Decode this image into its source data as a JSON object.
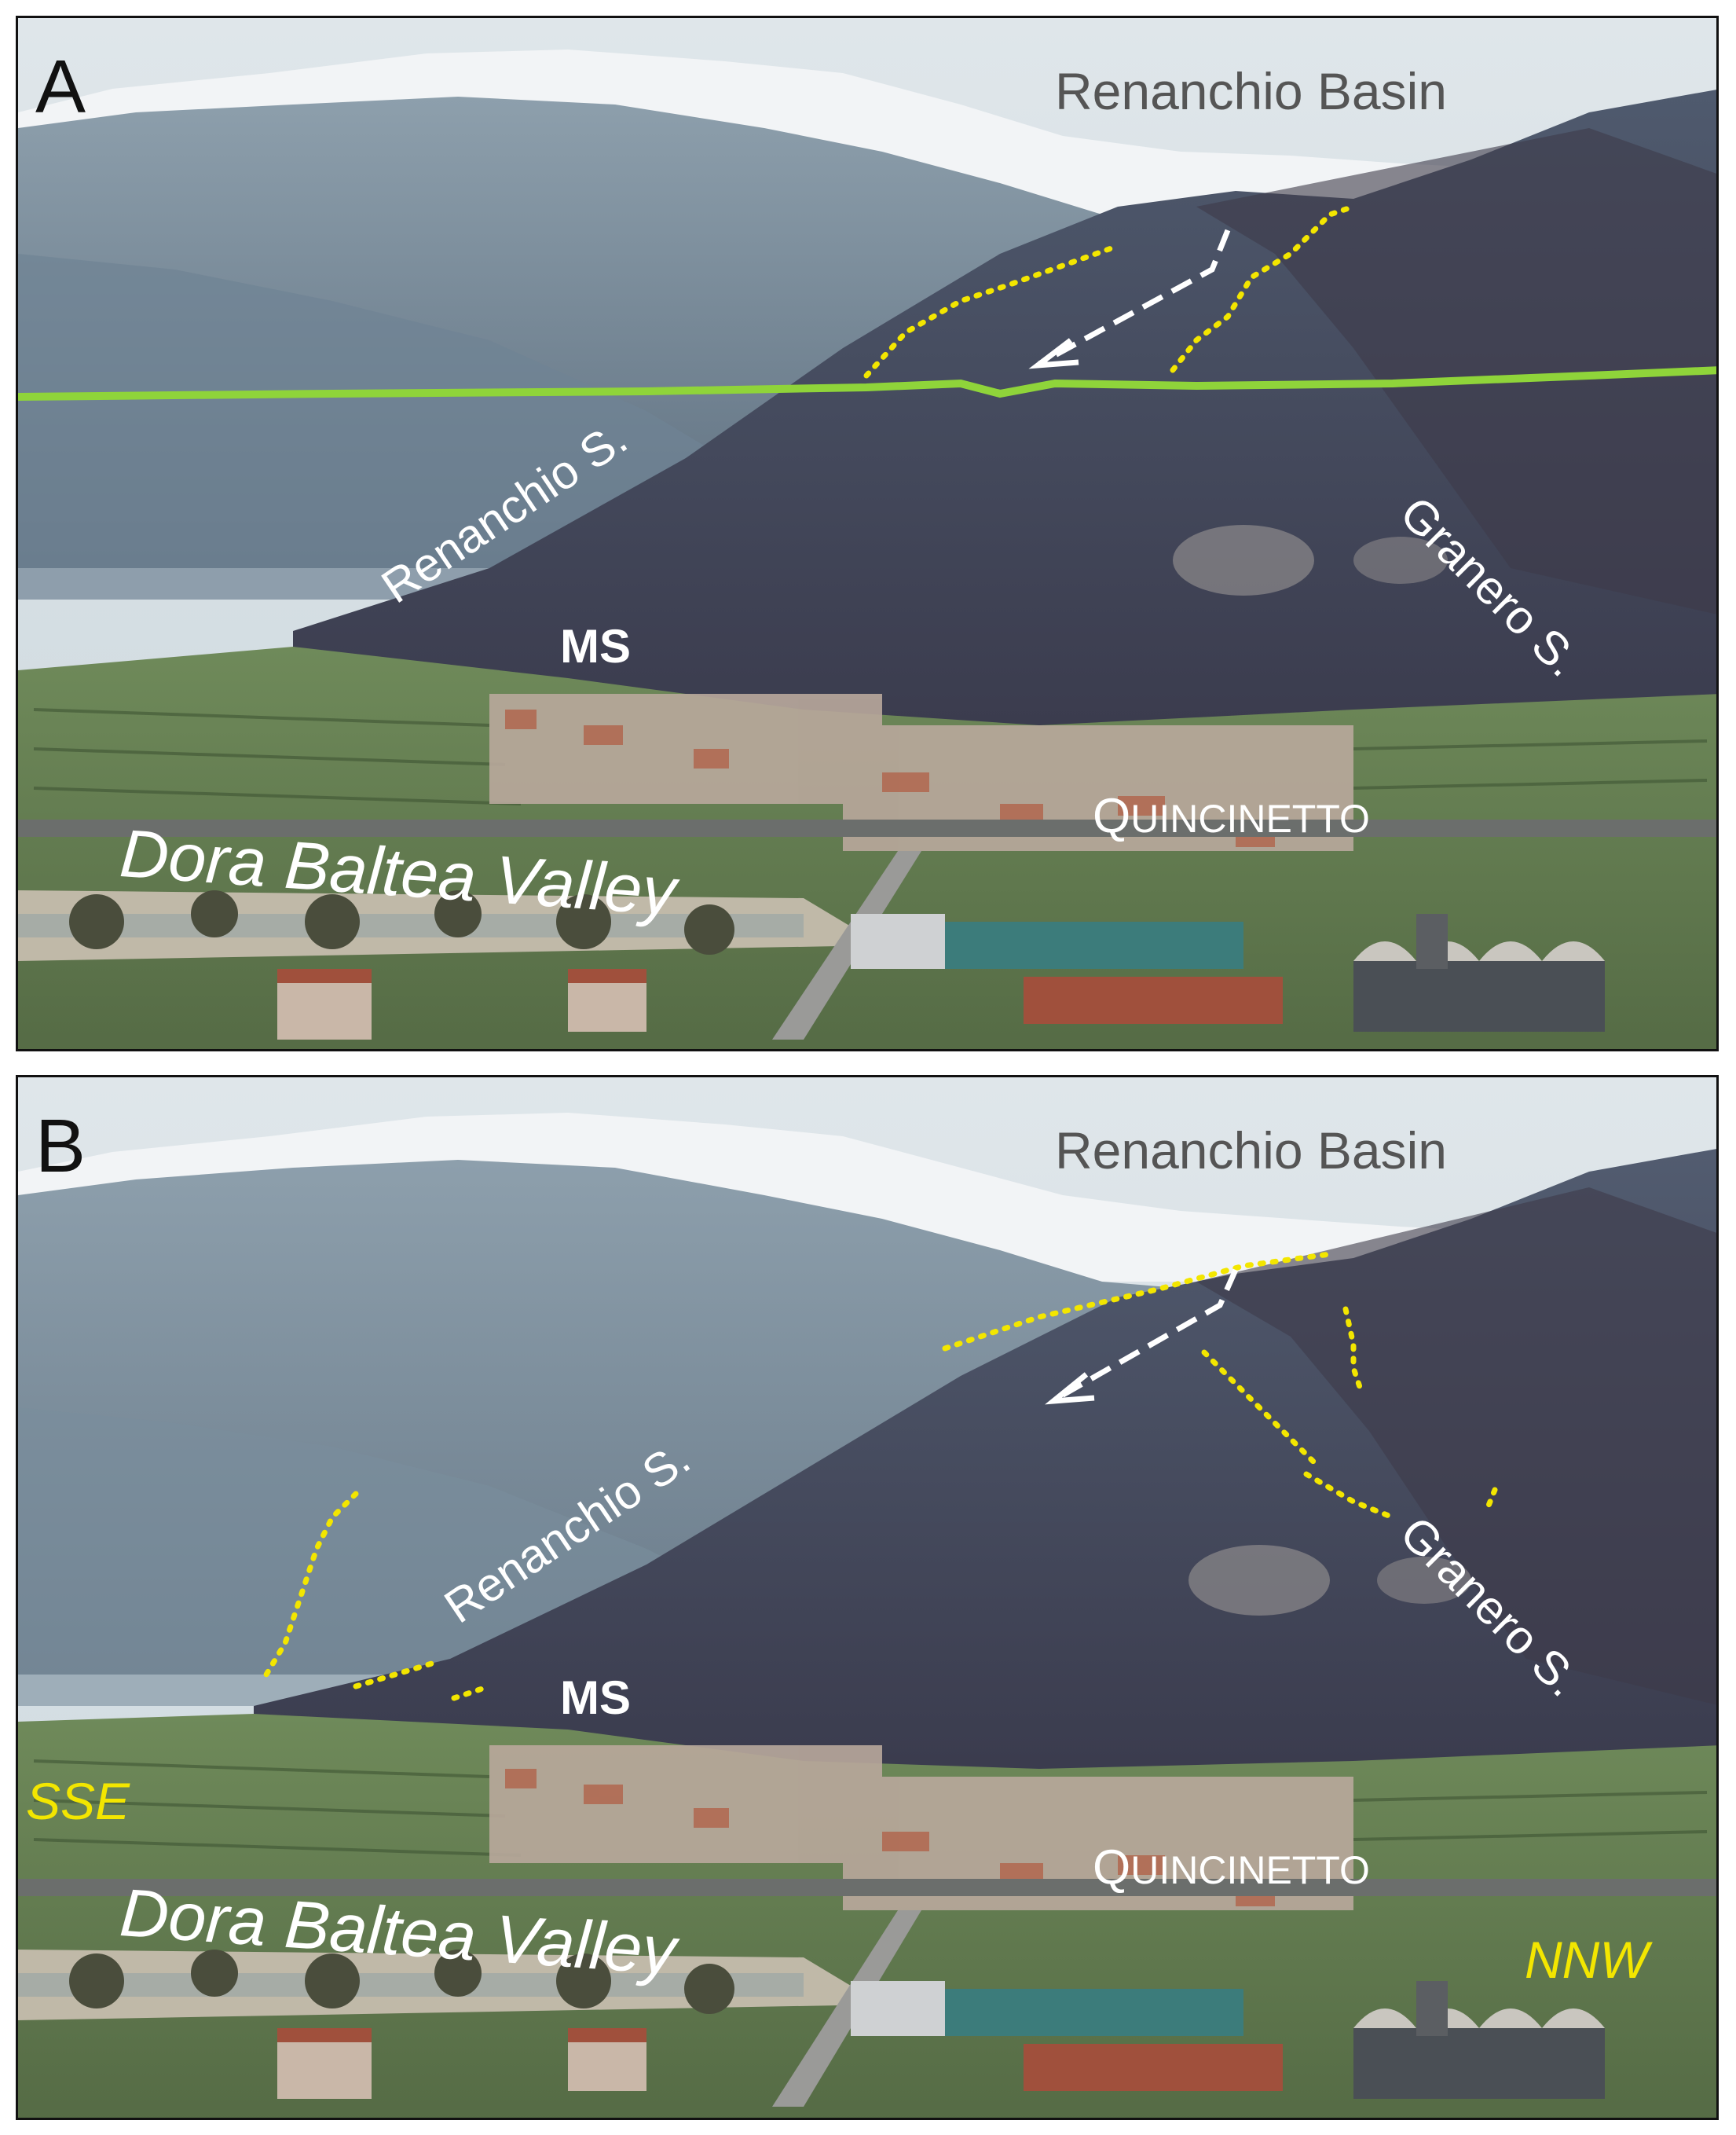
{
  "panels": [
    {
      "letter": "A",
      "basin": "Renanchio Basin",
      "stream_left": "Renanchio  S.",
      "stream_right": "Granero  S.",
      "ms": "MS",
      "town_initial": "Q",
      "town_rest": "UINCINETTO",
      "valley": "Dora  Baltea  Valley"
    },
    {
      "letter": "B",
      "basin": "Renanchio Basin",
      "stream_left": "Renanchio  S.",
      "stream_right": "Granero  S.",
      "ms": "MS",
      "town_initial": "Q",
      "town_rest": "UINCINETTO",
      "valley": "Dora  Baltea  Valley",
      "dir_left": "SSE",
      "dir_right": "NNW"
    }
  ],
  "colors": {
    "boundary_line": "#8fd43a",
    "dotted_lines": "#f3e600",
    "arrow": "#ffffff",
    "direction_text": "#f3e600"
  }
}
